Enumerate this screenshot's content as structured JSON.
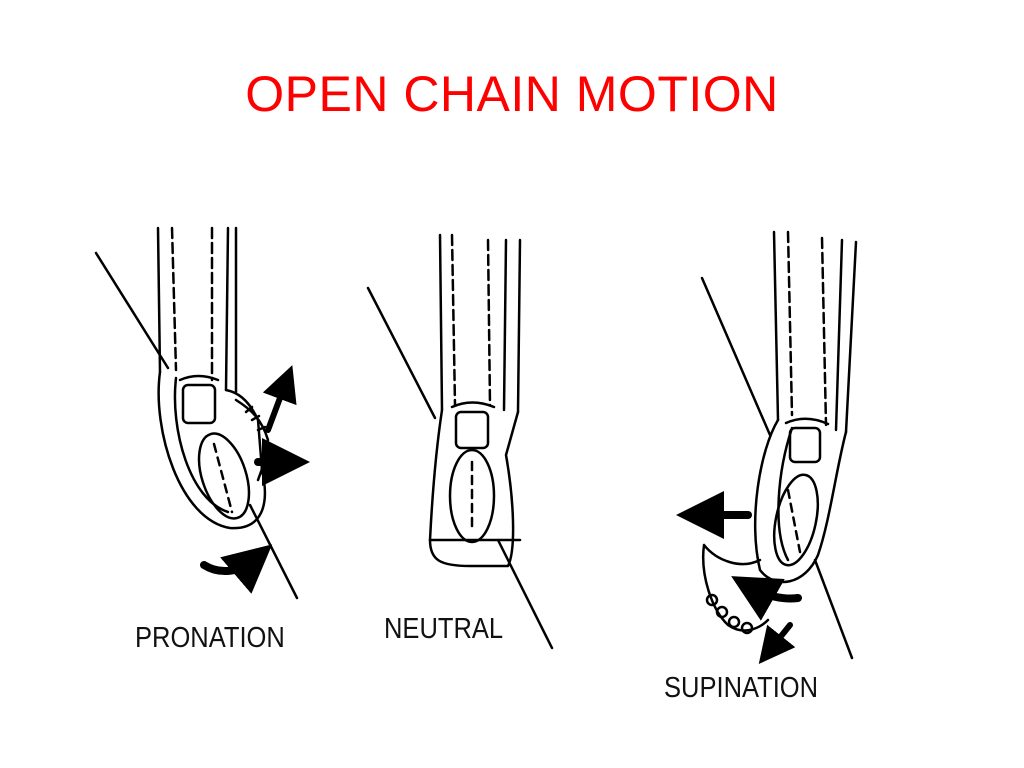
{
  "slide": {
    "title": "OPEN CHAIN MOTION",
    "title_color": "#ff0000"
  },
  "figure": {
    "panels": [
      {
        "label": "PRONATION"
      },
      {
        "label": "NEUTRAL"
      },
      {
        "label": "SUPINATION"
      }
    ],
    "stroke_color": "#000000"
  }
}
